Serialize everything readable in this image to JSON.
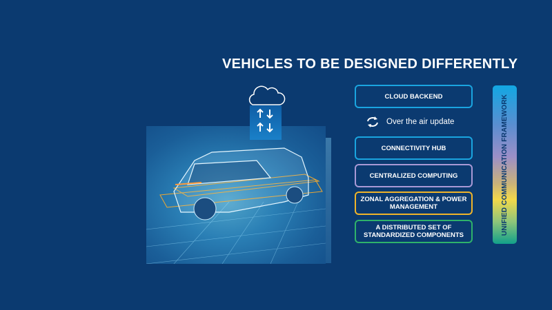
{
  "title": "VEHICLES TO BE DESIGNED DIFFERENTLY",
  "layers": [
    {
      "label": "CLOUD BACKEND",
      "color": "#1aa5e0"
    },
    {
      "label": "CONNECTIVITY HUB",
      "color": "#1aa5e0"
    },
    {
      "label": "CENTRALIZED COMPUTING",
      "color": "#a999d6"
    },
    {
      "label": "ZONAL AGGREGATION & POWER MANAGEMENT",
      "color": "#f0b429"
    },
    {
      "label": "A DISTRIBUTED SET OF STANDARDIZED COMPONENTS",
      "color": "#2fb36a"
    }
  ],
  "ota_label": "Over the air update",
  "framework_label": "UNIFIED COMMUNICATION FRAMEWORK"
}
